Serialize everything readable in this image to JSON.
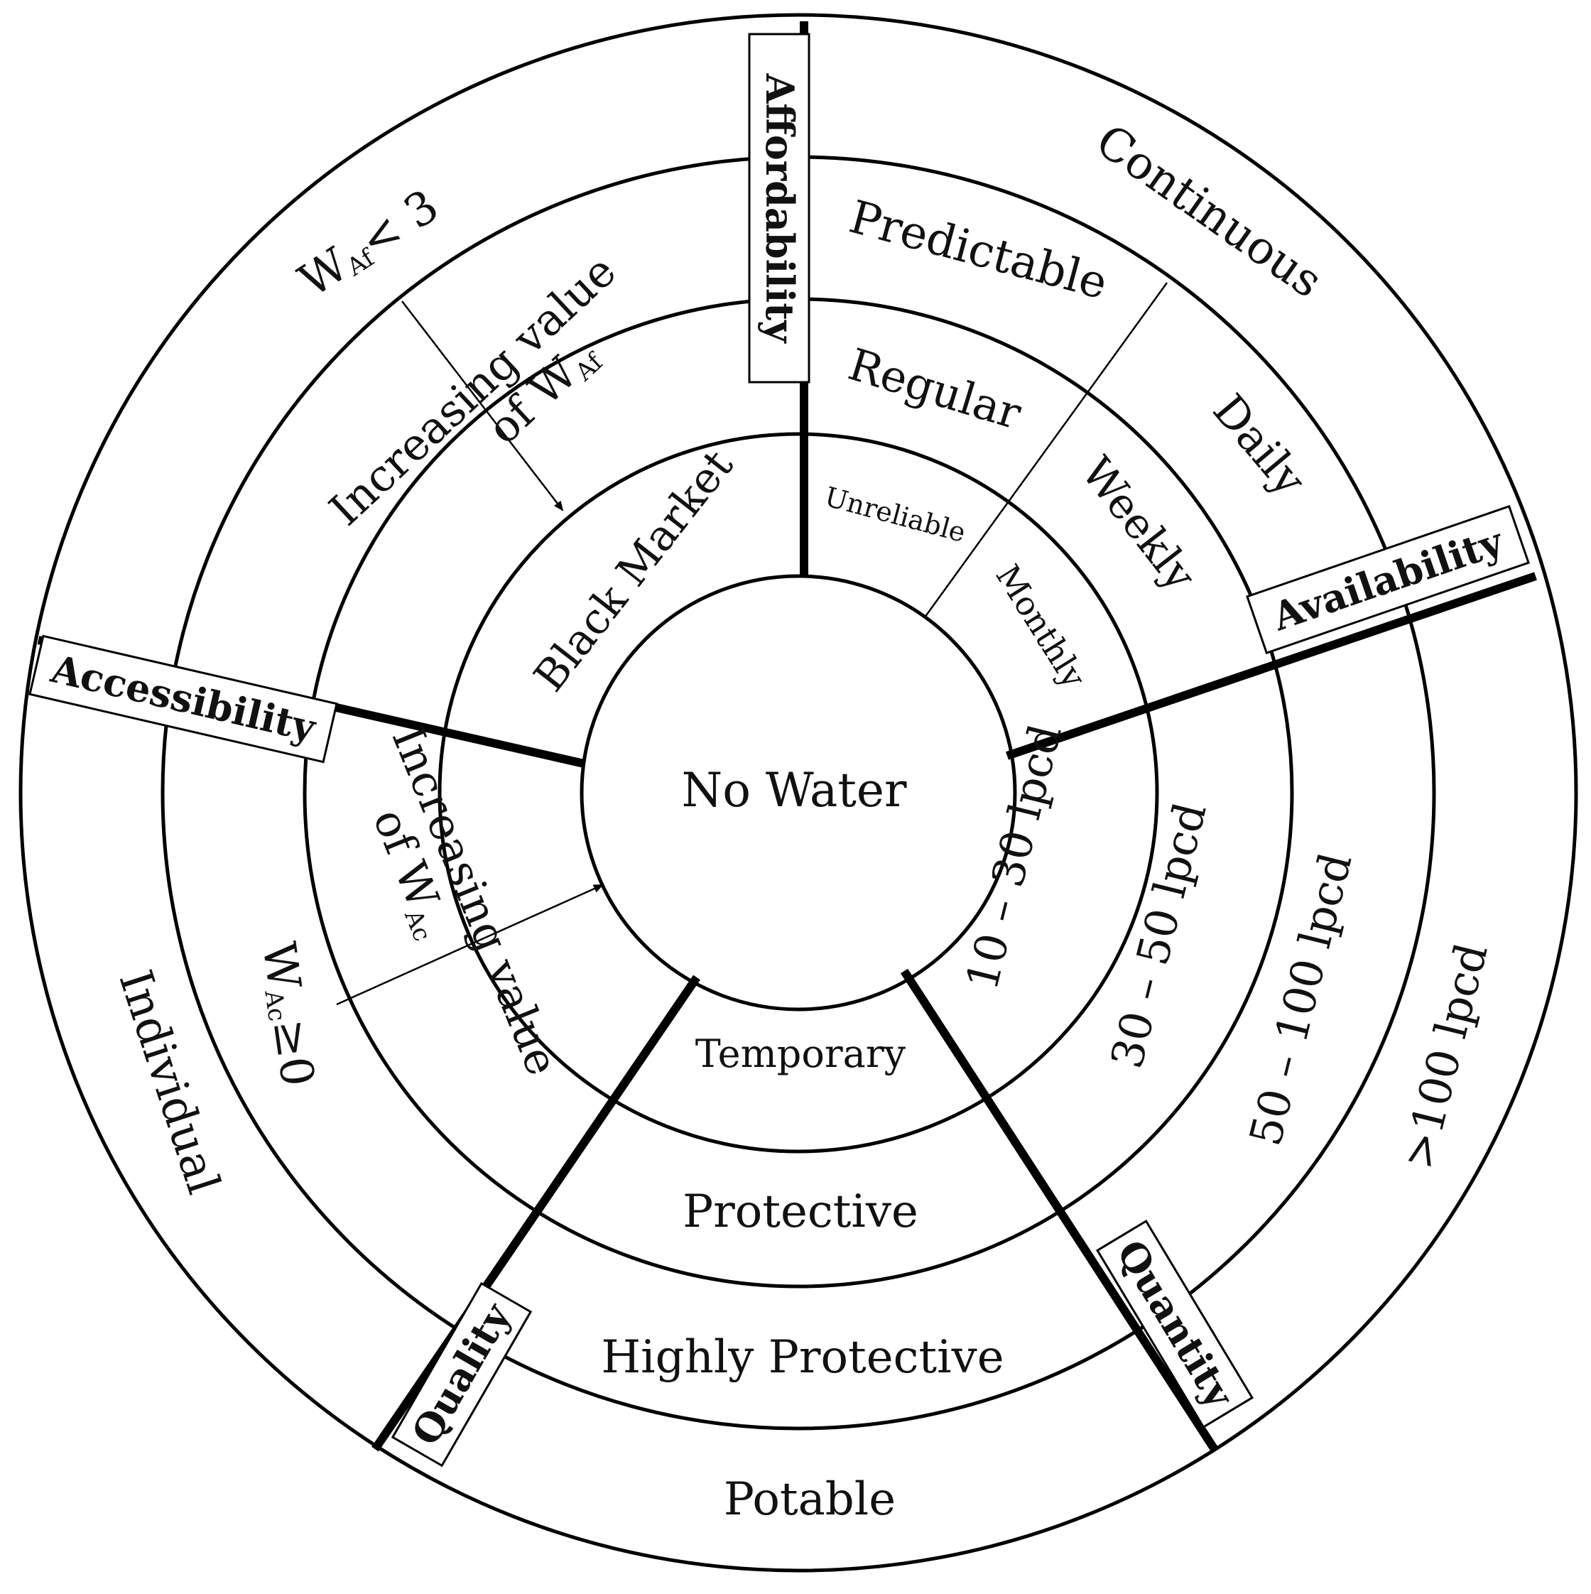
{
  "center": {
    "label": "No Water"
  },
  "dimensions": {
    "affordability": "Affordability",
    "availability": "Availability",
    "quantity": "Quantity",
    "quality": "Quality",
    "accessibility": "Accessibility"
  },
  "affordability": {
    "level1": "Black Market",
    "arrow_text_1": "Increasing value",
    "arrow_text_2": "of W",
    "arrow_sub": "Af",
    "threshold_w": "W",
    "threshold_sub": "Af",
    "threshold_rest": "< 3"
  },
  "availability": {
    "levels": [
      "Unreliable",
      "Regular",
      "Predictable",
      "Continuous"
    ],
    "frequencies": [
      "Monthly",
      "Weekly",
      "Daily"
    ]
  },
  "quantity": {
    "levels": [
      "10 – 30 lpcd",
      "30 – 50 lpcd",
      "50 – 100 lpcd",
      ">100 lpcd"
    ]
  },
  "quality": {
    "levels": [
      "Temporary",
      "Protective",
      "Highly Protective",
      "Potable"
    ]
  },
  "accessibility": {
    "arrow_text_1": "Increasing value",
    "arrow_text_2": "of W",
    "arrow_sub": "Ac",
    "threshold_w": "W",
    "threshold_sub": "Ac",
    "threshold_rest": "≥0",
    "outer": "Individual"
  }
}
